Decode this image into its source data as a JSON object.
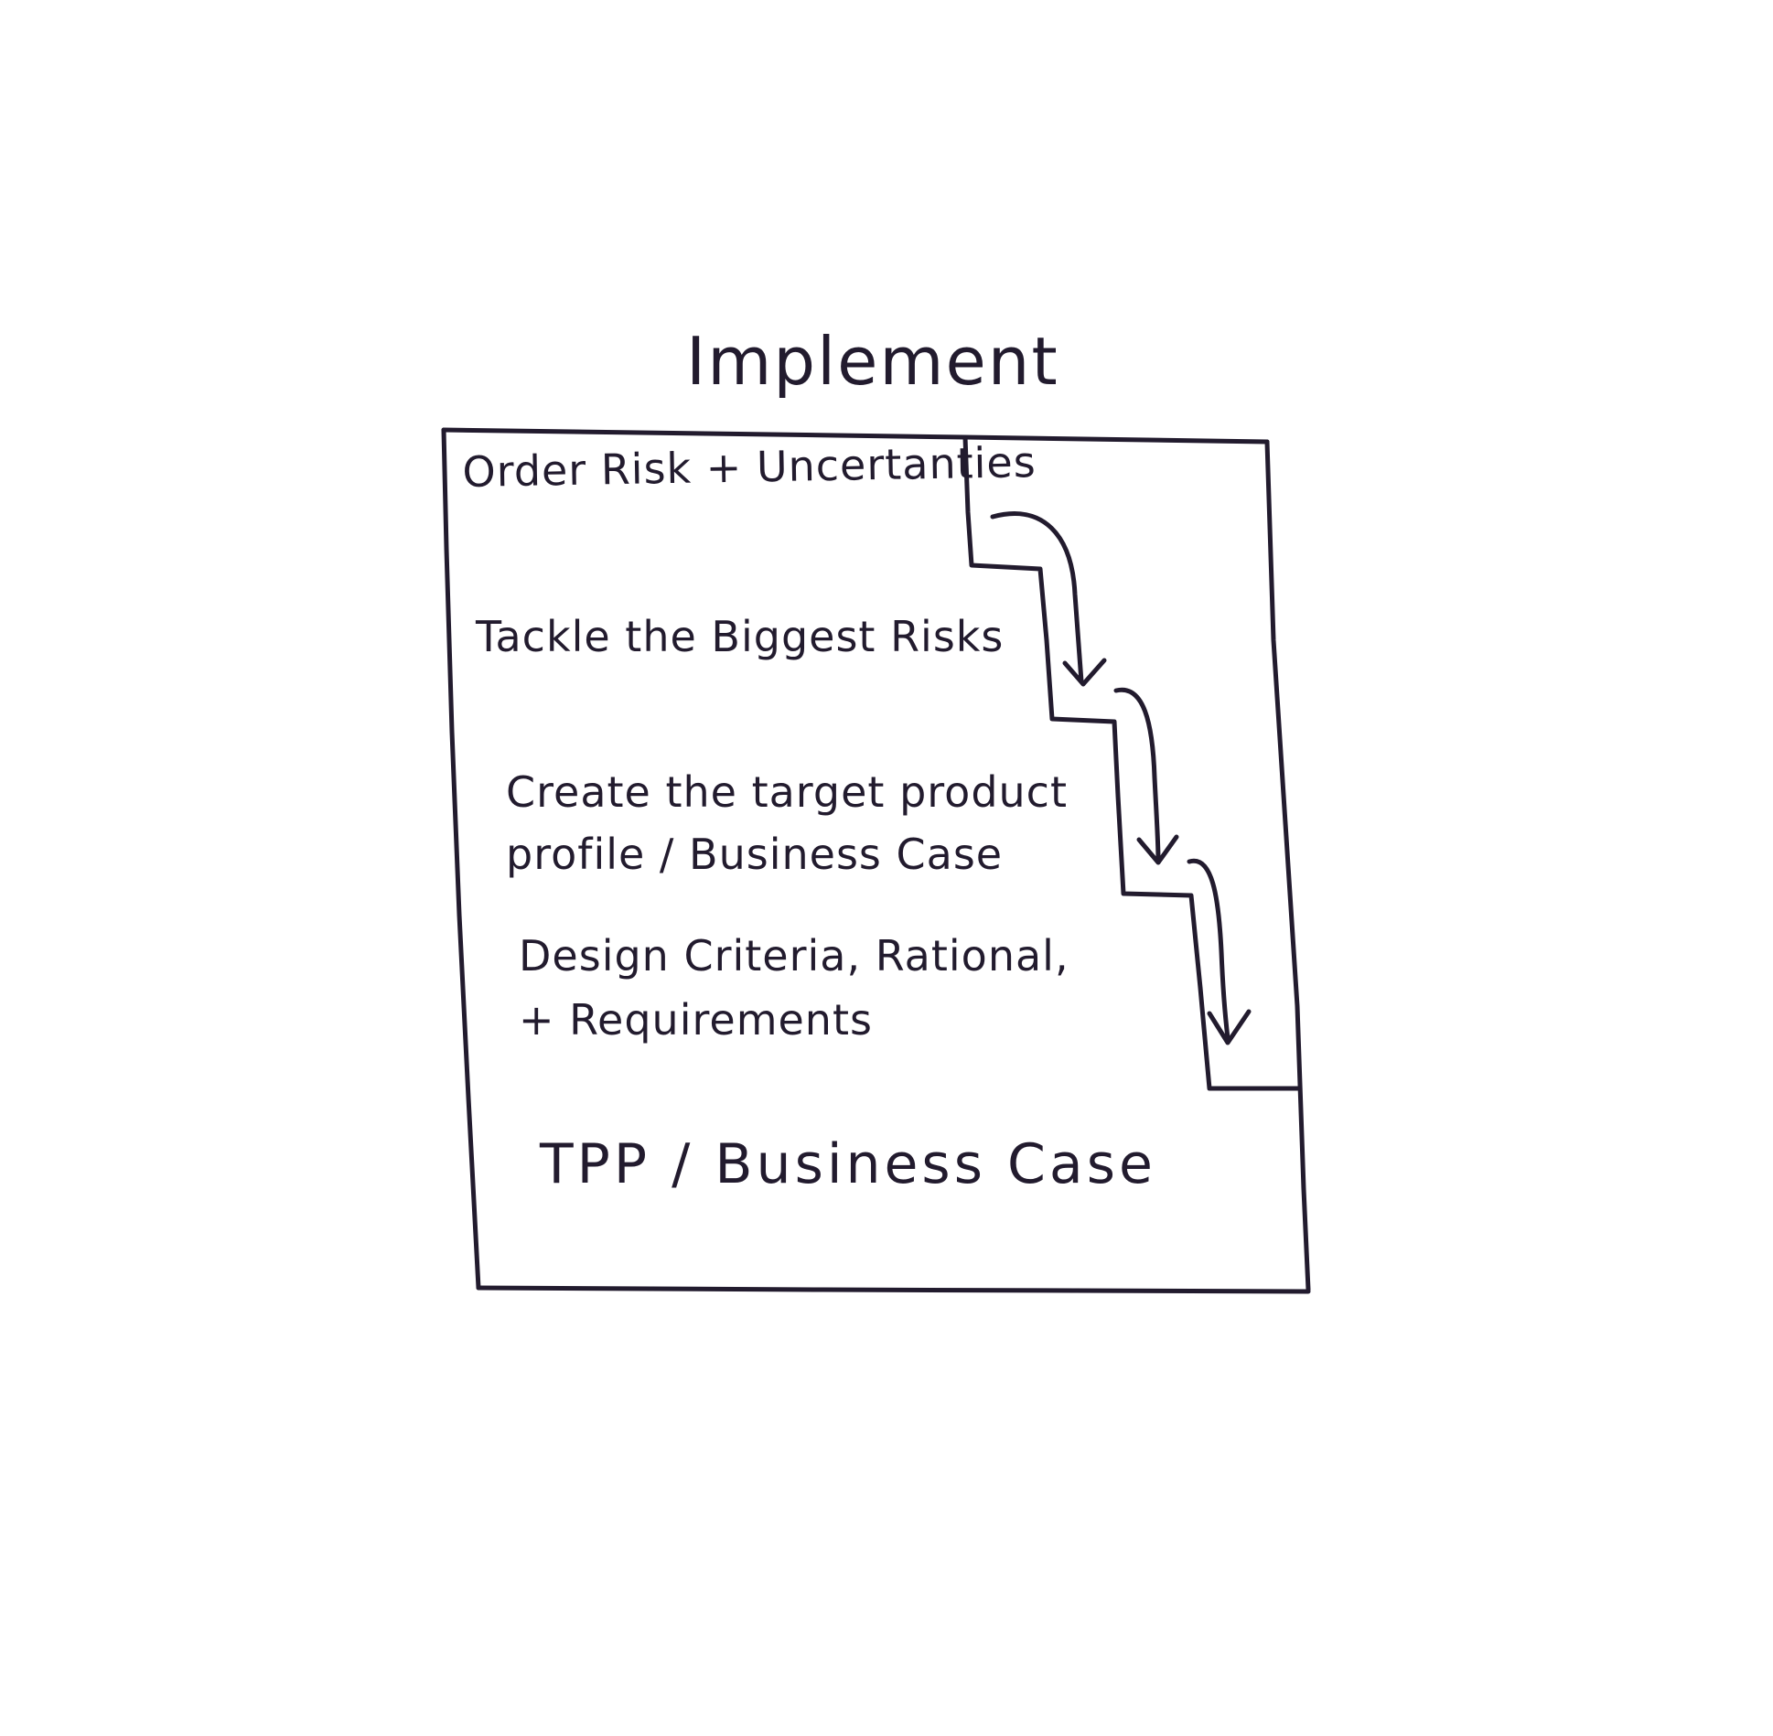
{
  "diagram": {
    "title": "Implement",
    "steps": [
      "Order Risk + Uncertanties",
      "Tackle the Biggest Risks",
      "Create the target product\nprofile / Business Case",
      "Design Criteria, Rational,\n+ Requirements"
    ],
    "outcome": "TPP / Business Case",
    "ink_color": "#221b2e",
    "background_color": "#ffffff"
  }
}
